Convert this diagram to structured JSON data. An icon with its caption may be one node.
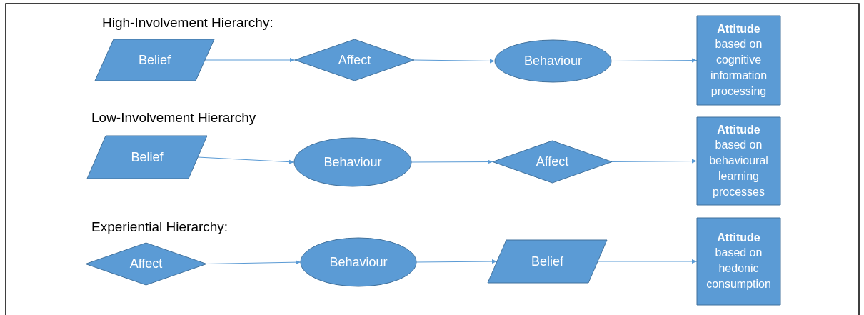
{
  "diagram": {
    "nodes": [
      {
        "text": [
          "Belief"
        ]
      },
      {
        "text": [
          "Affect"
        ]
      },
      {
        "text": [
          "Behaviour"
        ]
      },
      {
        "text": [
          "Attitude",
          "based on cognitive information processing"
        ]
      },
      {
        "text": [
          "Belief"
        ]
      },
      {
        "text": [
          "Behaviour"
        ]
      },
      {
        "text": [
          "Affect"
        ]
      },
      {
        "text": [
          "Attitude",
          "based on behavioural learning processes"
        ]
      },
      {
        "text": [
          "Affect"
        ]
      },
      {
        "text": [
          "Behaviour"
        ]
      },
      {
        "text": [
          "Belief"
        ]
      },
      {
        "text": [
          "Attitude",
          "based on hedonic consumption"
        ]
      }
    ],
    "edges": [
      {
        "from": 0,
        "to": 1,
        "arrow": "to"
      },
      {
        "from": 1,
        "to": 2,
        "arrow": "to"
      },
      {
        "from": 2,
        "to": 3,
        "arrow": "to"
      },
      {
        "from": 4,
        "to": 5,
        "arrow": "to"
      },
      {
        "from": 5,
        "to": 6,
        "arrow": "to"
      },
      {
        "from": 6,
        "to": 7,
        "arrow": "to"
      },
      {
        "from": 8,
        "to": 9,
        "arrow": "to"
      },
      {
        "from": 9,
        "to": 10,
        "arrow": "to"
      },
      {
        "from": 10,
        "to": 11,
        "arrow": "to"
      }
    ],
    "labels": [
      "High-Involvement Hierarchy:",
      "Low-Involvement Hierarchy",
      "Experiential Hierarchy:"
    ]
  }
}
